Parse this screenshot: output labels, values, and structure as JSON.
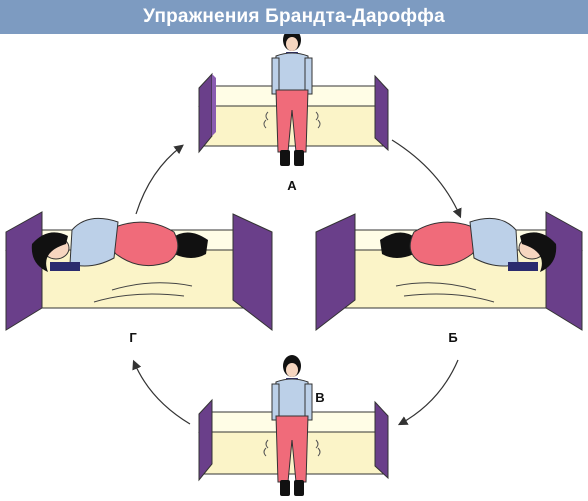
{
  "title": "Упражнения Брандта-Дароффа",
  "steps": [
    {
      "id": "A",
      "label": "А",
      "position": "sitting"
    },
    {
      "id": "B",
      "label": "Б",
      "position": "lying on right side"
    },
    {
      "id": "V",
      "label": "В",
      "position": "sitting"
    },
    {
      "id": "G",
      "label": "Г",
      "position": "lying on left side"
    }
  ],
  "colors": {
    "title_bar": "#7d9bc1",
    "bed_top": "#fffde6",
    "bed_side": "#fbf4c8",
    "bed_frame": "#6a3f8a",
    "shirt": "#bcd0e8",
    "pants": "#f06b7a",
    "hair": "#111111"
  }
}
